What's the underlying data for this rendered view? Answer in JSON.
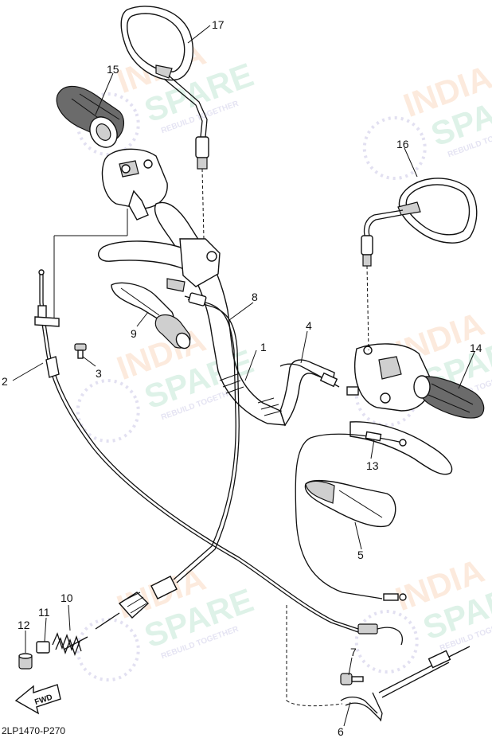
{
  "diagram_code": "2LP1470-P270",
  "forward_marker": "FWD",
  "watermark": {
    "line1": "INDIA",
    "line2": "SPARE",
    "tagline": "REBUILD TOGETHER",
    "colors": {
      "orange": "#f4a56a",
      "green": "#6fc59a",
      "purple": "#8a83c9"
    }
  },
  "callouts": {
    "c1": "1",
    "c2": "2",
    "c3": "3",
    "c4": "4",
    "c5": "5",
    "c6": "6",
    "c7": "7",
    "c8": "8",
    "c9": "9",
    "c10": "10",
    "c11": "11",
    "c12": "12",
    "c13": "13",
    "c14": "14",
    "c15": "15",
    "c16": "16",
    "c17": "17"
  }
}
